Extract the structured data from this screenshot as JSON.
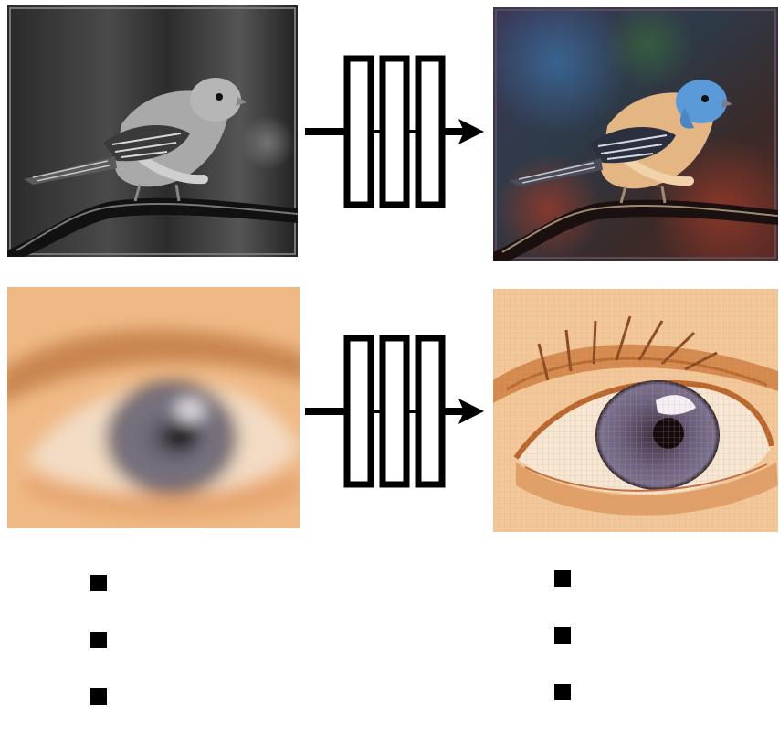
{
  "rows": [
    {
      "task": "colorization",
      "input_image": "grayscale-bird-on-perch",
      "output_image": "colorized-bluebird-on-perch"
    },
    {
      "task": "super-resolution",
      "input_image": "blurry-eye-closeup",
      "output_image": "sharpened-eye-closeup"
    }
  ],
  "network_icon": "three-layer-network-icon",
  "continuation_marker": "vertical-ellipsis-squares",
  "colors": {
    "line": "#000000",
    "background": "#ffffff",
    "skin": "#efb985",
    "iris": "#6f6a78",
    "bird_blue": "#5b9ad8",
    "bird_tan": "#e3b684"
  }
}
